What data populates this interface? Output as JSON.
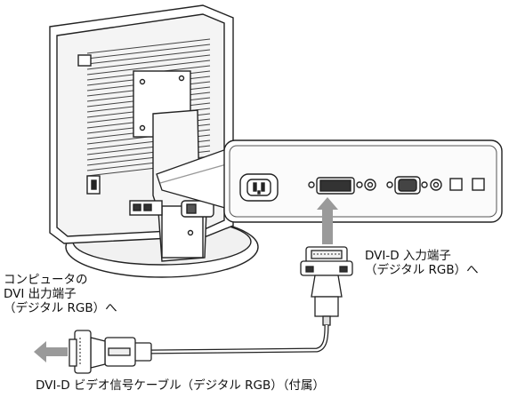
{
  "labels": {
    "computer": {
      "line1": "コンピュータの",
      "line2": "DVI 出力端子",
      "line3": "（デジタル RGB）へ"
    },
    "monitor_input": {
      "line1": "DVI-D 入力端子",
      "line2": "（デジタル RGB）へ"
    },
    "cable": "DVI-D ビデオ信号ケーブル（デジタル RGB）（付属）"
  }
}
